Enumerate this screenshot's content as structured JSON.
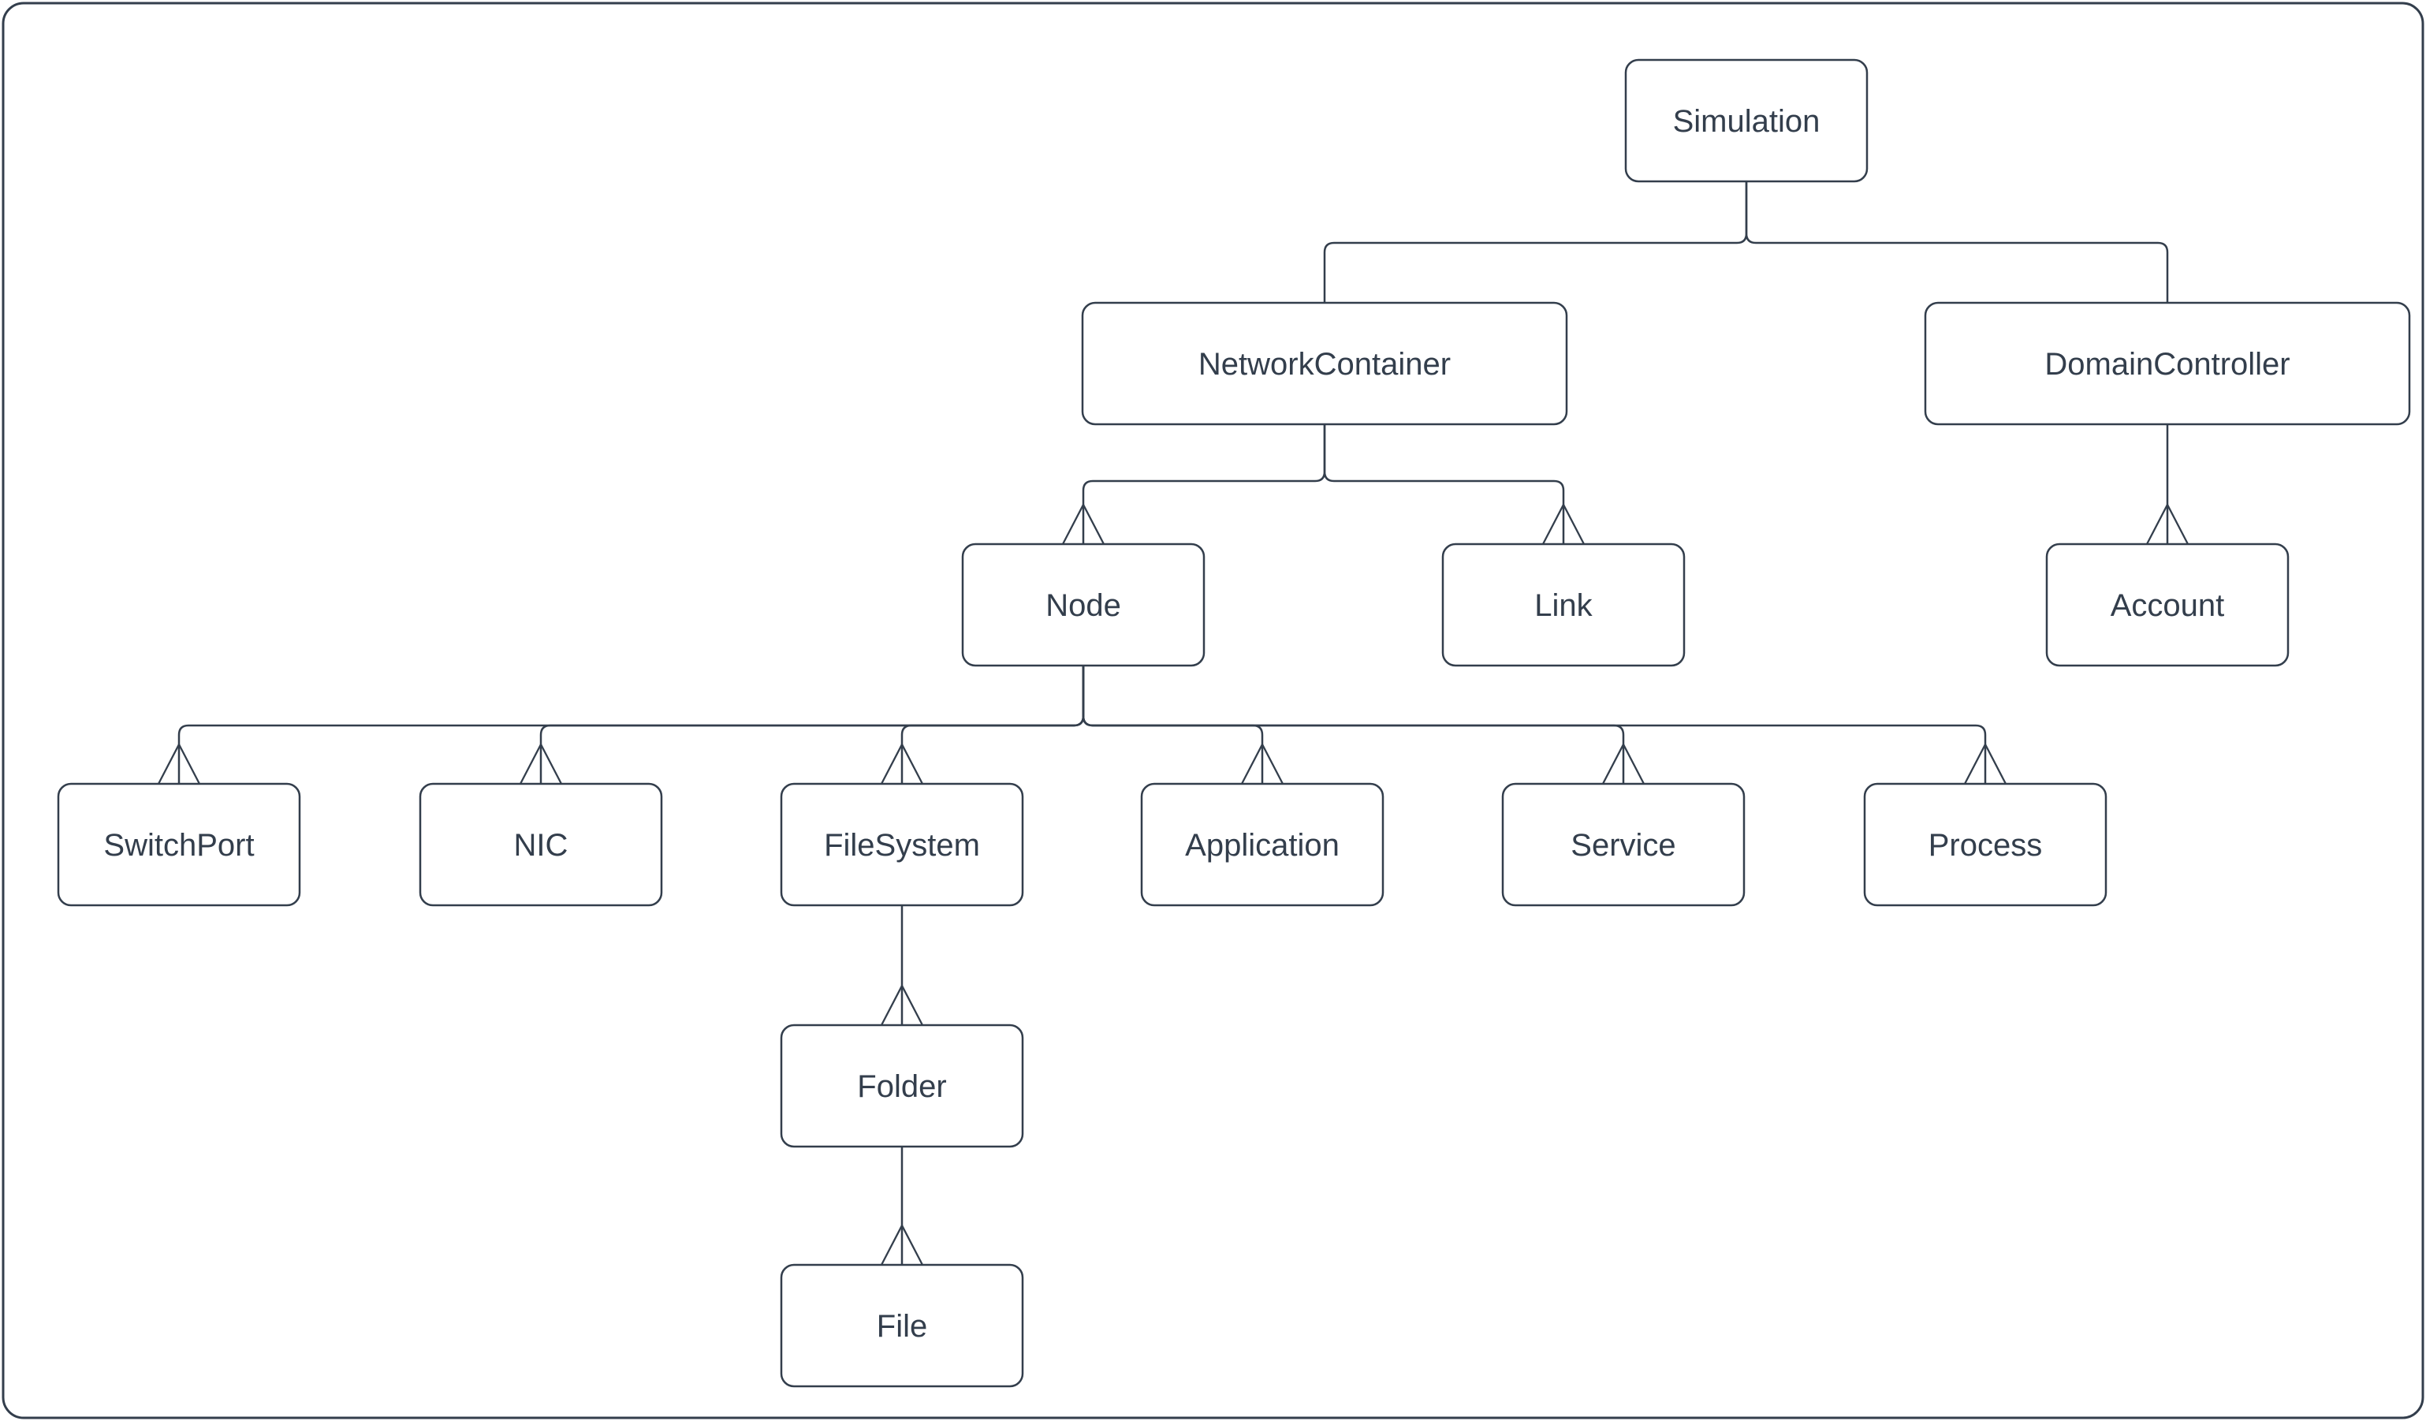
{
  "diagram": {
    "type": "class-hierarchy-tree",
    "colors": {
      "background": "#ffffff",
      "node_fill": "#ffffff",
      "stroke": "#333e4c",
      "text": "#333e4c"
    },
    "nodes": [
      {
        "id": "simulation",
        "label": "Simulation"
      },
      {
        "id": "networkcontainer",
        "label": "NetworkContainer"
      },
      {
        "id": "domaincontroller",
        "label": "DomainController"
      },
      {
        "id": "node",
        "label": "Node"
      },
      {
        "id": "link",
        "label": "Link"
      },
      {
        "id": "account",
        "label": "Account"
      },
      {
        "id": "switchport",
        "label": "SwitchPort"
      },
      {
        "id": "nic",
        "label": "NIC"
      },
      {
        "id": "filesystem",
        "label": "FileSystem"
      },
      {
        "id": "application",
        "label": "Application"
      },
      {
        "id": "service",
        "label": "Service"
      },
      {
        "id": "process",
        "label": "Process"
      },
      {
        "id": "folder",
        "label": "Folder"
      },
      {
        "id": "file",
        "label": "File"
      }
    ],
    "edges": [
      {
        "from": "Simulation",
        "to": "NetworkContainer",
        "arrowhead": "none"
      },
      {
        "from": "Simulation",
        "to": "DomainController",
        "arrowhead": "none"
      },
      {
        "from": "NetworkContainer",
        "to": "Node",
        "arrowhead": "open-up"
      },
      {
        "from": "NetworkContainer",
        "to": "Link",
        "arrowhead": "open-up"
      },
      {
        "from": "DomainController",
        "to": "Account",
        "arrowhead": "open-up"
      },
      {
        "from": "Node",
        "to": "SwitchPort",
        "arrowhead": "open-up"
      },
      {
        "from": "Node",
        "to": "NIC",
        "arrowhead": "open-up"
      },
      {
        "from": "Node",
        "to": "FileSystem",
        "arrowhead": "open-up"
      },
      {
        "from": "Node",
        "to": "Application",
        "arrowhead": "open-up"
      },
      {
        "from": "Node",
        "to": "Service",
        "arrowhead": "open-up"
      },
      {
        "from": "Node",
        "to": "Process",
        "arrowhead": "open-up"
      },
      {
        "from": "FileSystem",
        "to": "Folder",
        "arrowhead": "open-up"
      },
      {
        "from": "Folder",
        "to": "File",
        "arrowhead": "open-up"
      }
    ]
  }
}
